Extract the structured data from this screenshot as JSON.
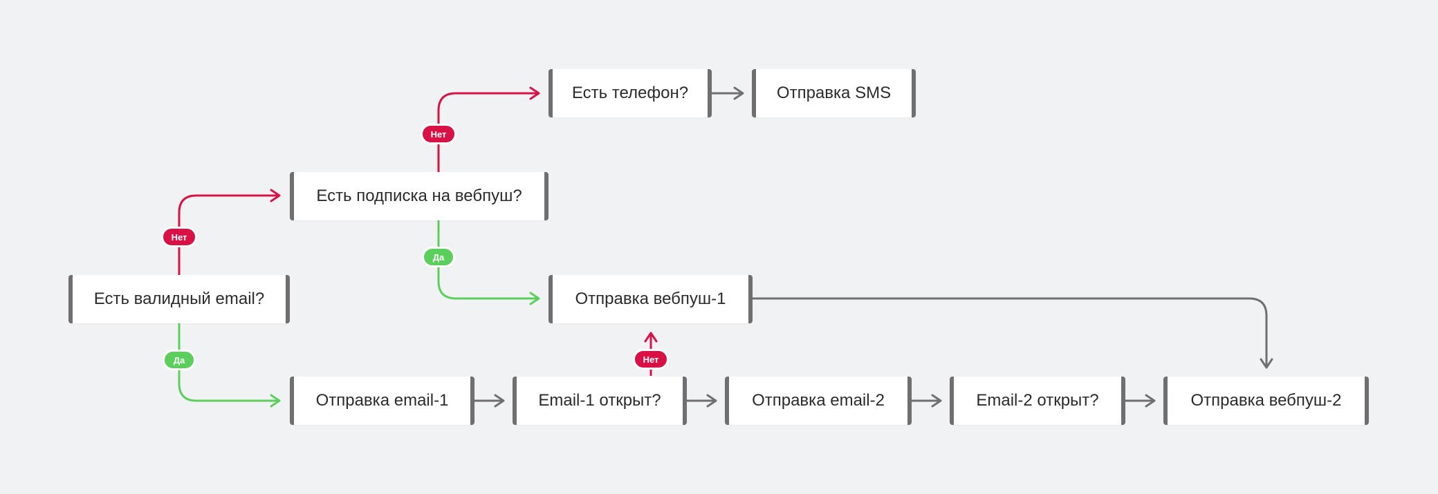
{
  "nodes": {
    "valid_email": "Есть валидный email?",
    "webpush_sub": "Есть подписка на вебпуш?",
    "has_phone": "Есть телефон?",
    "send_sms": "Отправка SMS",
    "send_webpush_1": "Отправка вебпуш-1",
    "send_email_1": "Отправка email-1",
    "email_1_opened": "Email-1 открыт?",
    "send_email_2": "Отправка email-2",
    "email_2_opened": "Email-2 открыт?",
    "send_webpush_2": "Отправка вебпуш-2"
  },
  "branches": {
    "no": "Нет",
    "yes": "Да"
  },
  "colors": {
    "no": "#d91145",
    "yes": "#5bcf5b",
    "neutral": "#6f6f72",
    "node_bg": "#ffffff",
    "background": "#f1f2f4"
  }
}
